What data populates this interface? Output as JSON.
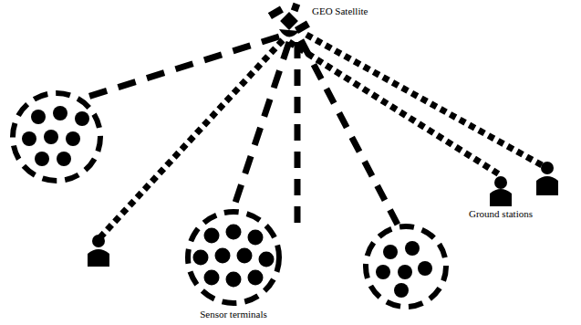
{
  "diagram": {
    "nodes": [
      {
        "text": [
          "GEO Satellite"
        ]
      },
      {
        "text": [
          "Sensor terminals"
        ]
      },
      {
        "text": [
          "Ground stations"
        ]
      }
    ],
    "edges": [
      {
        "from": 0,
        "to": 1,
        "arrow": "none"
      },
      {
        "from": 0,
        "to": 2,
        "arrow": "none"
      }
    ]
  }
}
